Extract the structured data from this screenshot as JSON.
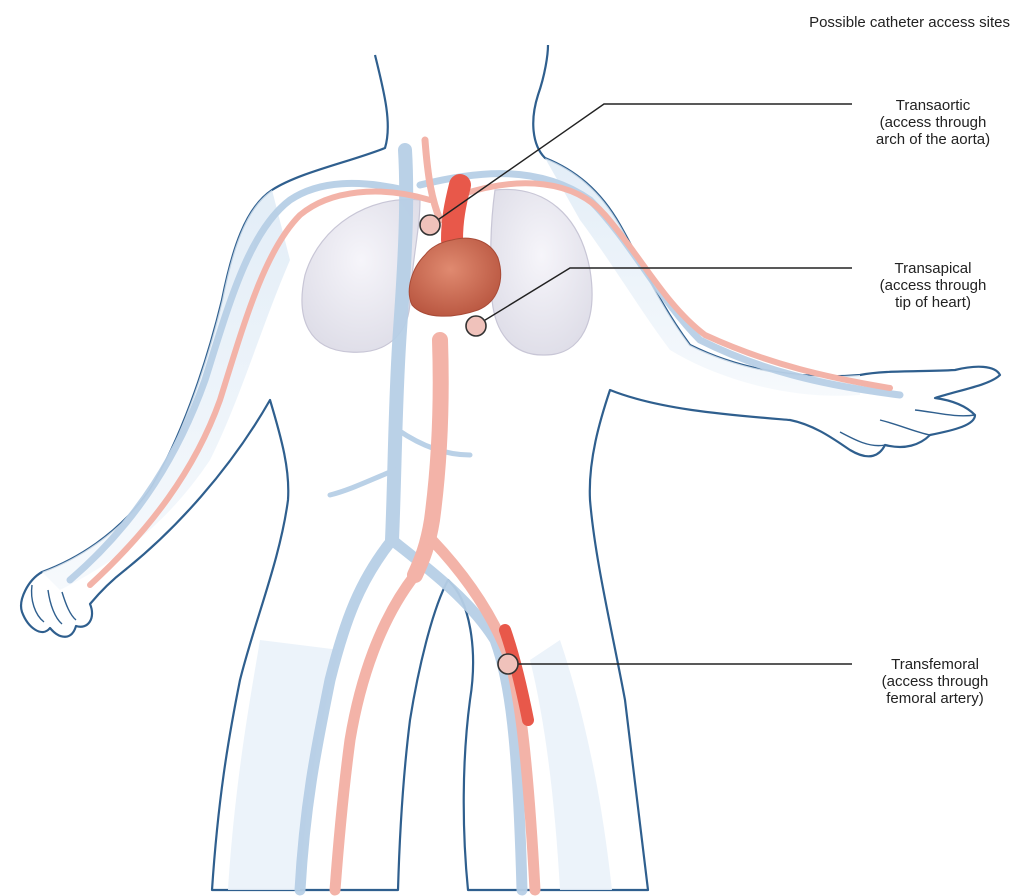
{
  "title": "Possible catheter access sites",
  "access_sites": [
    {
      "name": "Transaortic",
      "lines": [
        "(access through",
        "arch of the aorta)"
      ]
    },
    {
      "name": "Transapical",
      "lines": [
        "(access through",
        "tip of heart)"
      ]
    },
    {
      "name": "Transfemoral",
      "lines": [
        "(access through",
        "femoral artery)"
      ]
    }
  ],
  "colors": {
    "body_outline": "#2f5f8e",
    "body_shade": "#e6eff7",
    "artery": "#e8584a",
    "artery_light": "#f3b3a8",
    "vein": "#b7cfe6",
    "heart": "#c96a55",
    "lungs": "#ecebf2",
    "marker": "#f0c2bb"
  }
}
